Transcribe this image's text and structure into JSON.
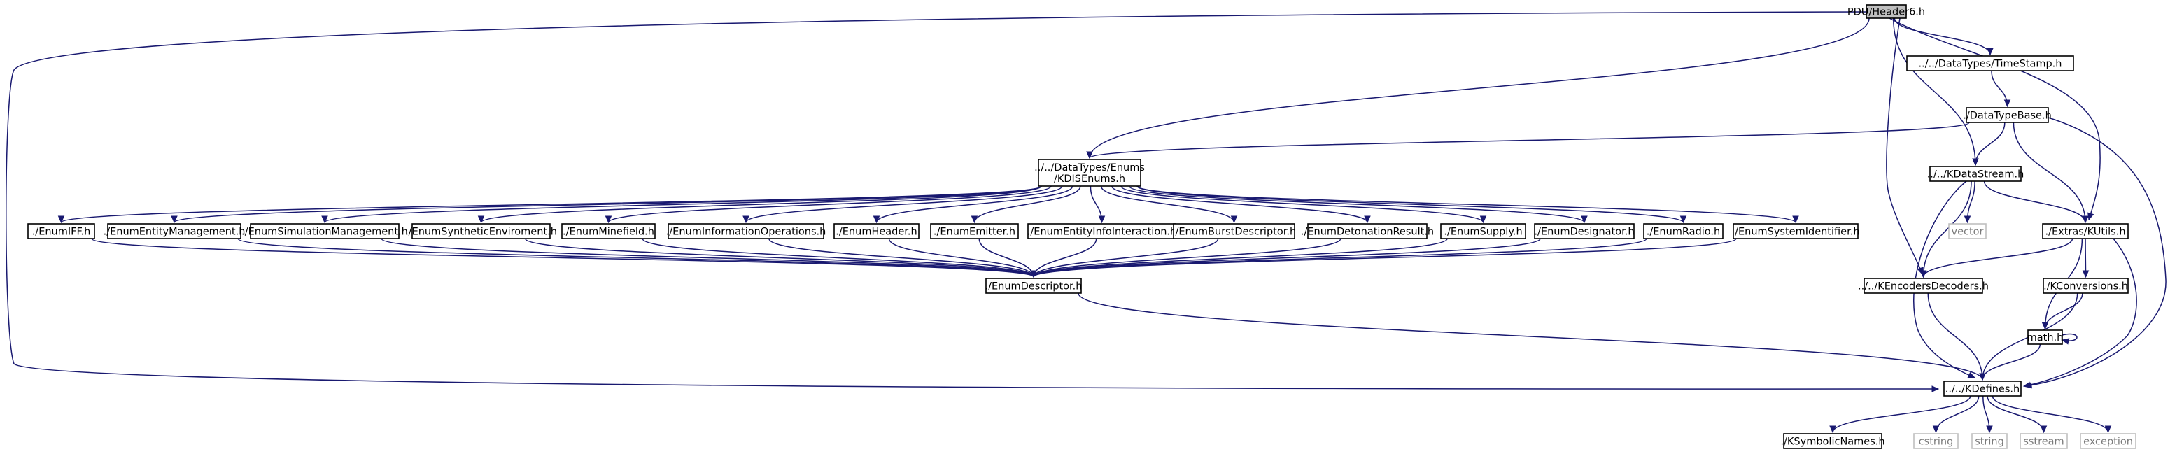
{
  "nodes": [
    {
      "id": "header6",
      "lines": [
        "PDU/Header6.h"
      ],
      "kind": "root"
    },
    {
      "id": "timestamp",
      "lines": [
        "../../DataTypes/TimeStamp.h"
      ],
      "kind": "file"
    },
    {
      "id": "datatypebase",
      "lines": [
        "./DataTypeBase.h"
      ],
      "kind": "file"
    },
    {
      "id": "kdisenums",
      "lines": [
        "../../DataTypes/Enums",
        "/KDISEnums.h"
      ],
      "kind": "file"
    },
    {
      "id": "kdatastream",
      "lines": [
        "../../KDataStream.h"
      ],
      "kind": "file"
    },
    {
      "id": "enumiff",
      "lines": [
        "./EnumIFF.h"
      ],
      "kind": "file"
    },
    {
      "id": "enumentitymgmt",
      "lines": [
        "./EnumEntityManagement.h"
      ],
      "kind": "file"
    },
    {
      "id": "enumsimmgmt",
      "lines": [
        "./EnumSimulationManagement.h"
      ],
      "kind": "file"
    },
    {
      "id": "enumsynth",
      "lines": [
        "./EnumSyntheticEnviroment.h"
      ],
      "kind": "file"
    },
    {
      "id": "enumminefield",
      "lines": [
        "./EnumMinefield.h"
      ],
      "kind": "file"
    },
    {
      "id": "enuminfoops",
      "lines": [
        "./EnumInformationOperations.h"
      ],
      "kind": "file"
    },
    {
      "id": "enumheader",
      "lines": [
        "./EnumHeader.h"
      ],
      "kind": "file"
    },
    {
      "id": "enumemitter",
      "lines": [
        "./EnumEmitter.h"
      ],
      "kind": "file"
    },
    {
      "id": "enumentityinfo",
      "lines": [
        "./EnumEntityInfoInteraction.h"
      ],
      "kind": "file"
    },
    {
      "id": "enumburst",
      "lines": [
        "./EnumBurstDescriptor.h"
      ],
      "kind": "file"
    },
    {
      "id": "enumdetonation",
      "lines": [
        "./EnumDetonationResult.h"
      ],
      "kind": "file"
    },
    {
      "id": "enumsupply",
      "lines": [
        "./EnumSupply.h"
      ],
      "kind": "file"
    },
    {
      "id": "enumdesignator",
      "lines": [
        "./EnumDesignator.h"
      ],
      "kind": "file"
    },
    {
      "id": "enumradio",
      "lines": [
        "./EnumRadio.h"
      ],
      "kind": "file"
    },
    {
      "id": "enumsysid",
      "lines": [
        "./EnumSystemIdentifier.h"
      ],
      "kind": "file"
    },
    {
      "id": "vector",
      "lines": [
        "vector"
      ],
      "kind": "ext"
    },
    {
      "id": "kutils",
      "lines": [
        "./Extras/KUtils.h"
      ],
      "kind": "file"
    },
    {
      "id": "enumdescriptor",
      "lines": [
        "./EnumDescriptor.h"
      ],
      "kind": "file"
    },
    {
      "id": "kencoders",
      "lines": [
        "../../KEncodersDecoders.h"
      ],
      "kind": "file"
    },
    {
      "id": "kconversions",
      "lines": [
        "./KConversions.h"
      ],
      "kind": "file"
    },
    {
      "id": "math",
      "lines": [
        "math.h"
      ],
      "kind": "file"
    },
    {
      "id": "kdefines",
      "lines": [
        "../../KDefines.h"
      ],
      "kind": "file"
    },
    {
      "id": "ksymbolic",
      "lines": [
        "./KSymbolicNames.h"
      ],
      "kind": "file"
    },
    {
      "id": "cstring",
      "lines": [
        "cstring"
      ],
      "kind": "ext"
    },
    {
      "id": "string",
      "lines": [
        "string"
      ],
      "kind": "ext"
    },
    {
      "id": "sstream",
      "lines": [
        "sstream"
      ],
      "kind": "ext"
    },
    {
      "id": "exception",
      "lines": [
        "exception"
      ],
      "kind": "ext"
    }
  ],
  "edges": [
    [
      "header6",
      "timestamp"
    ],
    [
      "header6",
      "kdisenums"
    ],
    [
      "header6",
      "kdatastream"
    ],
    [
      "header6",
      "kutils"
    ],
    [
      "header6",
      "kencoders"
    ],
    [
      "header6",
      "kdefines"
    ],
    [
      "timestamp",
      "datatypebase"
    ],
    [
      "datatypebase",
      "kdisenums"
    ],
    [
      "datatypebase",
      "kdatastream"
    ],
    [
      "datatypebase",
      "kutils"
    ],
    [
      "datatypebase",
      "kdefines"
    ],
    [
      "kdisenums",
      "enumiff"
    ],
    [
      "kdisenums",
      "enumentitymgmt"
    ],
    [
      "kdisenums",
      "enumsimmgmt"
    ],
    [
      "kdisenums",
      "enumsynth"
    ],
    [
      "kdisenums",
      "enumminefield"
    ],
    [
      "kdisenums",
      "enuminfoops"
    ],
    [
      "kdisenums",
      "enumheader"
    ],
    [
      "kdisenums",
      "enumemitter"
    ],
    [
      "kdisenums",
      "enumentityinfo"
    ],
    [
      "kdisenums",
      "enumburst"
    ],
    [
      "kdisenums",
      "enumdetonation"
    ],
    [
      "kdisenums",
      "enumsupply"
    ],
    [
      "kdisenums",
      "enumdesignator"
    ],
    [
      "kdisenums",
      "enumradio"
    ],
    [
      "kdisenums",
      "enumsysid"
    ],
    [
      "enumiff",
      "enumdescriptor"
    ],
    [
      "enumentitymgmt",
      "enumdescriptor"
    ],
    [
      "enumsimmgmt",
      "enumdescriptor"
    ],
    [
      "enumsynth",
      "enumdescriptor"
    ],
    [
      "enumminefield",
      "enumdescriptor"
    ],
    [
      "enuminfoops",
      "enumdescriptor"
    ],
    [
      "enumheader",
      "enumdescriptor"
    ],
    [
      "enumemitter",
      "enumdescriptor"
    ],
    [
      "enumentityinfo",
      "enumdescriptor"
    ],
    [
      "enumburst",
      "enumdescriptor"
    ],
    [
      "enumdetonation",
      "enumdescriptor"
    ],
    [
      "enumsupply",
      "enumdescriptor"
    ],
    [
      "enumdesignator",
      "enumdescriptor"
    ],
    [
      "enumradio",
      "enumdescriptor"
    ],
    [
      "enumsysid",
      "enumdescriptor"
    ],
    [
      "enumdescriptor",
      "kdefines"
    ],
    [
      "kdatastream",
      "vector"
    ],
    [
      "kdatastream",
      "kutils"
    ],
    [
      "kdatastream",
      "kencoders"
    ],
    [
      "kdatastream",
      "kdefines"
    ],
    [
      "kutils",
      "kencoders"
    ],
    [
      "kutils",
      "kconversions"
    ],
    [
      "kutils",
      "math"
    ],
    [
      "kutils",
      "kdefines"
    ],
    [
      "kencoders",
      "kdefines"
    ],
    [
      "kconversions",
      "math"
    ],
    [
      "kconversions",
      "kdefines"
    ],
    [
      "math",
      "math"
    ],
    [
      "math",
      "kdefines"
    ],
    [
      "kdefines",
      "ksymbolic"
    ],
    [
      "kdefines",
      "cstring"
    ],
    [
      "kdefines",
      "string"
    ],
    [
      "kdefines",
      "sstream"
    ],
    [
      "kdefines",
      "exception"
    ]
  ]
}
